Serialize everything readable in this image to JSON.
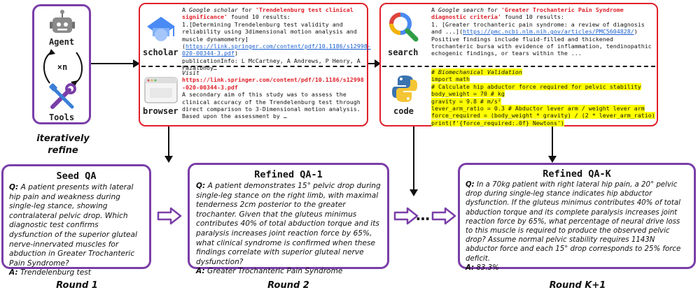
{
  "agent_panel": {
    "agent_label": "Agent",
    "loop_label": "×n",
    "tools_label": "Tools",
    "caption": "iteratively refine",
    "caption_line1": "iteratively",
    "caption_line2": "refine"
  },
  "scholar": {
    "label": "scholar",
    "header_prefix": "A ",
    "header_engine": "Google scholar",
    "header_for": " for ",
    "query": "'Trendelenburg test clinical significance'",
    "found": " found 10 results:",
    "result_text": "1.[Determining Trendelenburg test validity and reliability using 3dimensional motion analysis and muscle dynamometry](",
    "result_link": "https://link.springer.com/content/pdf/10.1186/s12998-020-00344-3.pdf",
    "result_close": ")",
    "pub_info": "publicationInfo: L McCartney, A Andrews, P Henry, A Fazalbhoy…"
  },
  "browser": {
    "label": "browser",
    "visit_label": "Visit",
    "visit_url": "https://link.springer.com/content/pdf/10.1186/s12998-020-00344-3.pdf",
    "summary": "A secondary aim of this study was to assess the clinical accuracy of the Trendelenburg test through direct comparison to 3-Dimensional motion analysis. Based upon the assessment by …"
  },
  "search": {
    "label": "search",
    "header_prefix": "A ",
    "header_engine": "Google search",
    "header_for": " for ",
    "query": "'Greater Trochanteric Pain Syndrome diagnostic criteria'",
    "found": " found 10 results:",
    "result_text": "1. [Greater trochanteric pain syndrome: a review of diagnosis and ...](",
    "result_link": "https://pmc.ncbi.nlm.nih.gov/articles/PMC5604828/",
    "result_close": ")",
    "snippet": "Positive findings include fluid-filled and thickened trochanteric bursa with evidence of inflammation, tendinopathic echogenic findings, or tears within the ..."
  },
  "code": {
    "label": "code",
    "lines": [
      "# Biomechanical Validation",
      "import math",
      "# Calculate hip abductor force required for pelvic stability",
      "body_weight = 70  # kg",
      "gravity = 9.8      # m/s²",
      "lever_arm_ratio = 0.3  # Abductor lever arm / weight lever arm",
      "force_required = (body_weight * gravity) / (2 * lever_arm_ratio)",
      "print(f'{force_required:.0f} Newtons')"
    ]
  },
  "seed_qa": {
    "title": "Seed QA",
    "q_label": "Q:",
    "question": " A patient presents with lateral hip pain and weakness during single-leg stance, showing contralateral pelvic drop. Which diagnostic test confirms dysfunction of the superior gluteal nerve-innervated muscles for abduction in Greater Trochanteric Pain Syndrome?",
    "a_label": "A:",
    "answer": " Trendelenburg test"
  },
  "refined_qa_1": {
    "title": "Refined QA-1",
    "q_label": "Q:",
    "question": " A patient demonstrates 15° pelvic drop during single-leg stance on the right limb, with maximal tenderness 2cm posterior to the greater trochanter. Given that the gluteus minimus contributes 40% of total abduction torque and its paralysis increases joint reaction force by 65%, what clinical syndrome is confirmed when these findings correlate with superior gluteal nerve dysfunction?",
    "a_label": "A:",
    "answer": " Greater Trochanteric Pain Syndrome"
  },
  "refined_qa_k": {
    "title": "Refined QA-K",
    "q_label": "Q:",
    "question": " In a 70kg patient with right lateral hip pain, a 20° pelvic drop during single-leg stance indicates hip abductor dysfunction. If the gluteus minimus contributes 40% of total abduction torque and its complete paralysis increases joint reaction force by 65%, what percentage of neural drive loss to this muscle is required to produce the observed pelvic drop? Assume normal pelvic stability requires 1143N abductor force and each 15° drop corresponds to 25% force deficit.",
    "a_label": "A:",
    "answer": " 83.3%"
  },
  "ellipsis": "…",
  "rounds": [
    "Round 1",
    "Round 2",
    "Round K+1"
  ],
  "colors": {
    "purple": "#7a3ea8",
    "red": "#e0202a",
    "highlight": "#ffff00",
    "link": "#1a5fd0"
  }
}
